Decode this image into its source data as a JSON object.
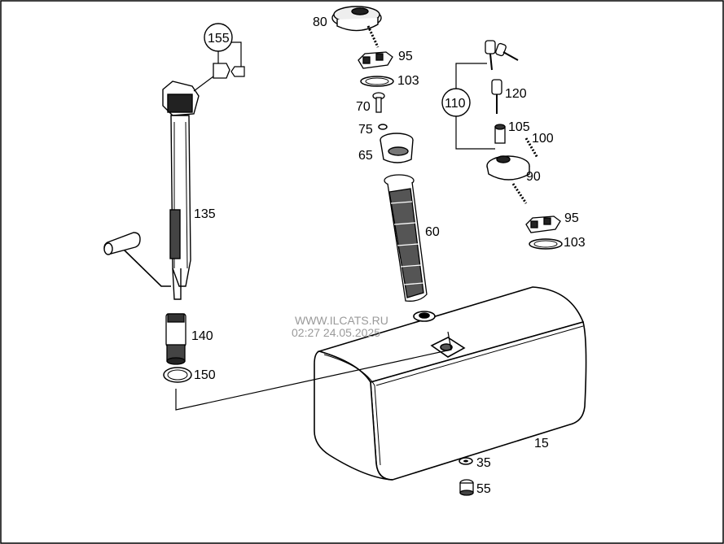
{
  "diagram": {
    "watermark": {
      "site": "WWW.ILCATS.RU",
      "timestamp": "02:27 24.05.2025"
    },
    "callouts": [
      {
        "id": "c155",
        "label": "155",
        "circled": true
      },
      {
        "id": "c135",
        "label": "135"
      },
      {
        "id": "c140",
        "label": "140"
      },
      {
        "id": "c150",
        "label": "150"
      },
      {
        "id": "c80",
        "label": "80"
      },
      {
        "id": "c95a",
        "label": "95"
      },
      {
        "id": "c103a",
        "label": "103"
      },
      {
        "id": "c70",
        "label": "70"
      },
      {
        "id": "c75",
        "label": "75"
      },
      {
        "id": "c65",
        "label": "65"
      },
      {
        "id": "c60",
        "label": "60"
      },
      {
        "id": "c110",
        "label": "110",
        "circled": true
      },
      {
        "id": "c120",
        "label": "120"
      },
      {
        "id": "c105",
        "label": "105"
      },
      {
        "id": "c100",
        "label": "100"
      },
      {
        "id": "c90",
        "label": "90"
      },
      {
        "id": "c95b",
        "label": "95"
      },
      {
        "id": "c103b",
        "label": "103"
      },
      {
        "id": "c15",
        "label": "15"
      },
      {
        "id": "c35",
        "label": "35"
      },
      {
        "id": "c55",
        "label": "55"
      }
    ]
  }
}
